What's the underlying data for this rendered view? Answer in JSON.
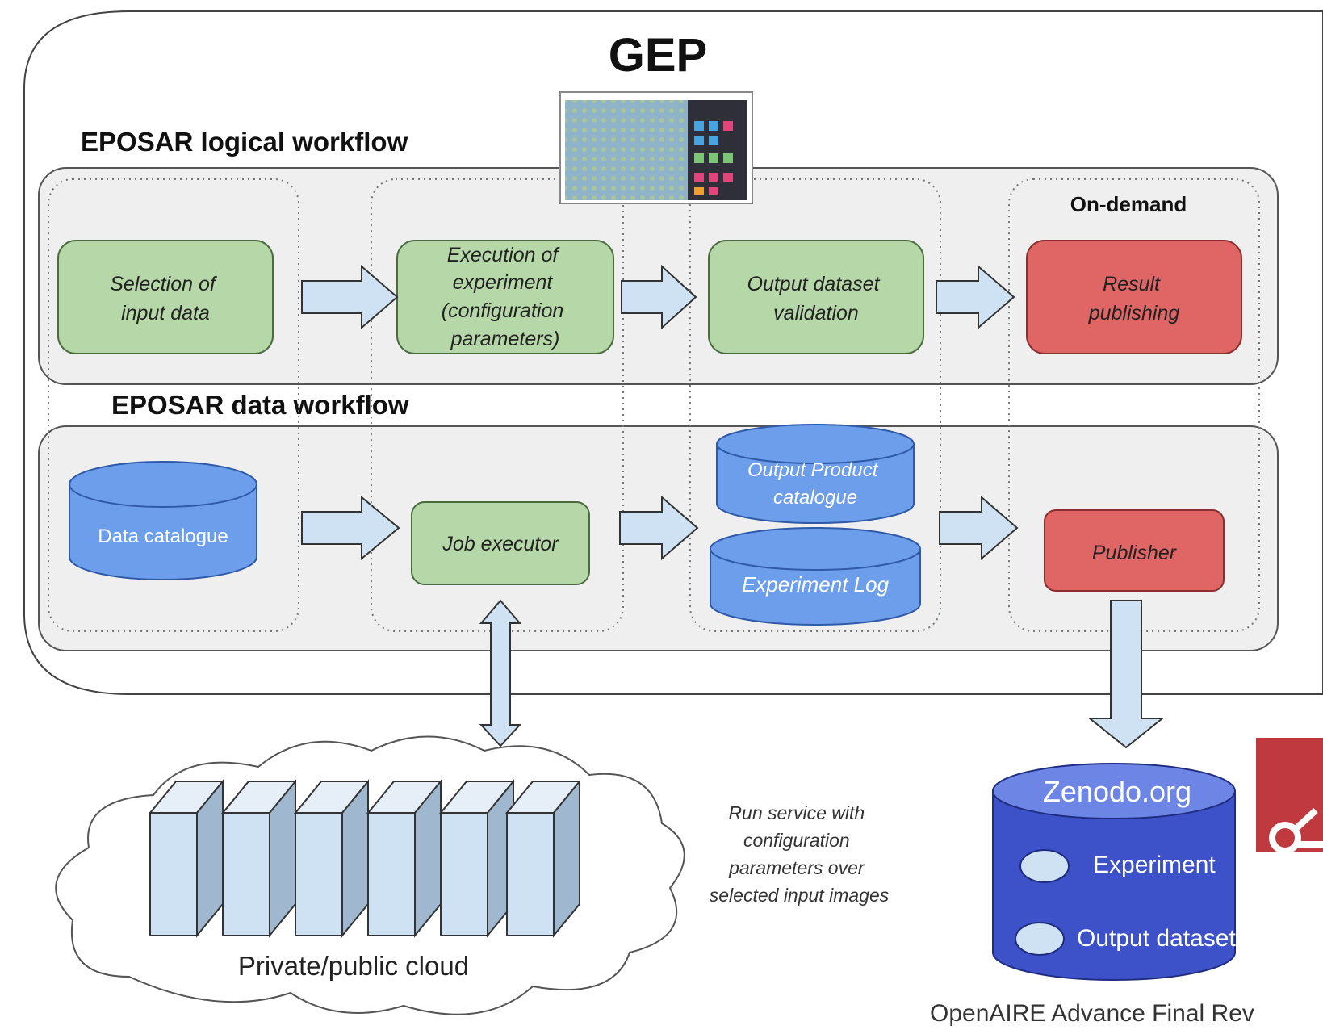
{
  "title": "GEP",
  "logical_workflow": {
    "heading": "EPOSAR logical workflow",
    "on_demand": "On-demand",
    "steps": [
      [
        "Selection of",
        "input data"
      ],
      [
        "Execution of",
        "experiment",
        "(configuration",
        "parameters)"
      ],
      [
        "Output dataset",
        "validation"
      ],
      [
        "Result",
        "publishing"
      ]
    ]
  },
  "data_workflow": {
    "heading": "EPOSAR data workflow",
    "data_catalogue": "Data catalogue",
    "job_executor": "Job executor",
    "output_catalogue": [
      "Output Product",
      "catalogue"
    ],
    "experiment_log": "Experiment Log",
    "publisher": "Publisher"
  },
  "cloud": {
    "label": "Private/public cloud",
    "note": [
      "Run service with",
      "configuration",
      "parameters over",
      "selected input images"
    ]
  },
  "zenodo": {
    "name": "Zenodo.org",
    "items": [
      "Experiment",
      "Output dataset"
    ]
  },
  "footer": "OpenAIRE Advance Final Rev",
  "colors": {
    "green_fill": "#b6d7a8",
    "green_stroke": "#6a8f5a",
    "red_fill": "#e06666",
    "red_stroke": "#a33b3b",
    "blue_fill": "#6d9eeb",
    "blue_stroke": "#3c6fc0",
    "arrow_fill": "#cfe2f3",
    "arrow_stroke": "#333333",
    "panel_fill": "#efefef",
    "zenodo_fill": "#3d52c9",
    "openaire_red": "#c0393f"
  }
}
